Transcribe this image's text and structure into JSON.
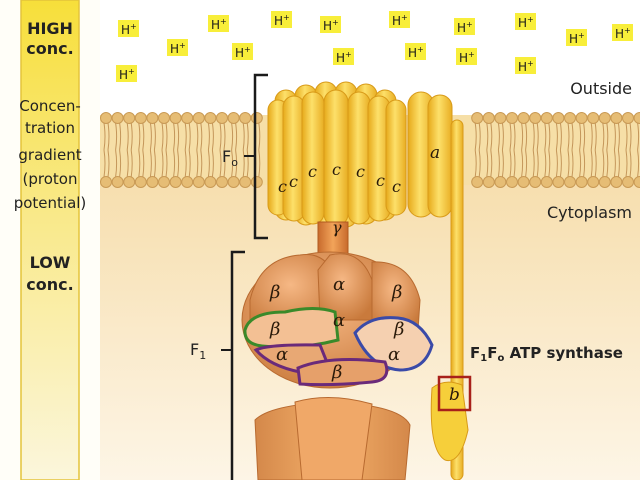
{
  "gradient": {
    "high_label": [
      "HIGH",
      "conc."
    ],
    "low_label": [
      "LOW",
      "conc."
    ],
    "description": [
      "Concen-",
      "tration",
      "gradient",
      "(proton",
      "potential)"
    ]
  },
  "membrane": {
    "outside_label": "Outside",
    "cytoplasm_label": "Cytoplasm"
  },
  "protons": {
    "label": "H",
    "charge": "+",
    "count": 17
  },
  "enzyme": {
    "name_part1": "F",
    "name_sub1": "1",
    "name_part2": "F",
    "name_sub2": "o",
    "name_part3": " ATP synthase",
    "fo_label": "F",
    "fo_sub": "o",
    "f1_label": "F",
    "f1_sub": "1",
    "subunit_c": "c",
    "subunit_a": "a",
    "subunit_b": "b",
    "subunit_gamma": "γ",
    "subunit_alpha": "α",
    "subunit_beta": "β"
  },
  "colors": {
    "gradient_bar": "#f7e04a",
    "membrane": "#f2ca7e",
    "lipid_head": "#e0b36a",
    "fo_yellow": "#f4c52a",
    "f1_orange": "#d68a4a",
    "highlight_green": "#3a8a2a",
    "highlight_blue": "#3a4aa8",
    "highlight_purple": "#6a2a7a",
    "highlight_red": "#a8201a"
  }
}
